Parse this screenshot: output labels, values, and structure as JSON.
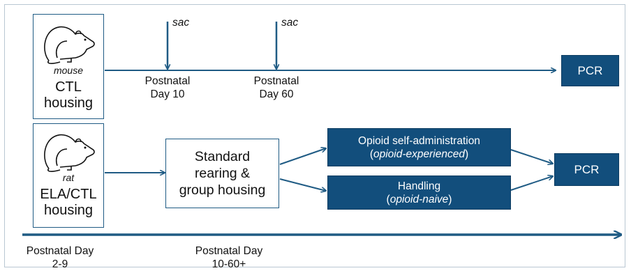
{
  "mouse_row": {
    "species": "mouse",
    "housing": [
      "CTL",
      "housing"
    ],
    "sac_marks": [
      "sac",
      "sac"
    ],
    "timepoints": [
      [
        "Postnatal",
        "Day 10"
      ],
      [
        "Postnatal",
        "Day 60"
      ]
    ],
    "endpoint": "PCR"
  },
  "rat_row": {
    "species": "rat",
    "housing": [
      "ELA/CTL",
      "housing"
    ],
    "rearing": [
      "Standard",
      "rearing &",
      "group housing"
    ],
    "branches": [
      {
        "lines": [
          "Opioid self-administration",
          "(",
          "opioid-experienced",
          ")"
        ]
      },
      {
        "lines": [
          "Handling",
          "(",
          "opioid-naive",
          ")"
        ]
      }
    ],
    "endpoint": "PCR"
  },
  "timeline": {
    "labels": [
      [
        "Postnatal Day",
        "2-9"
      ],
      [
        "Postnatal Day",
        "10-60+"
      ]
    ]
  },
  "colors": {
    "line": "#1f5b84",
    "box_fill": "#124e7c"
  },
  "icons": {
    "mouse": "rodent-outline-icon",
    "rat": "rodent-outline-icon"
  }
}
